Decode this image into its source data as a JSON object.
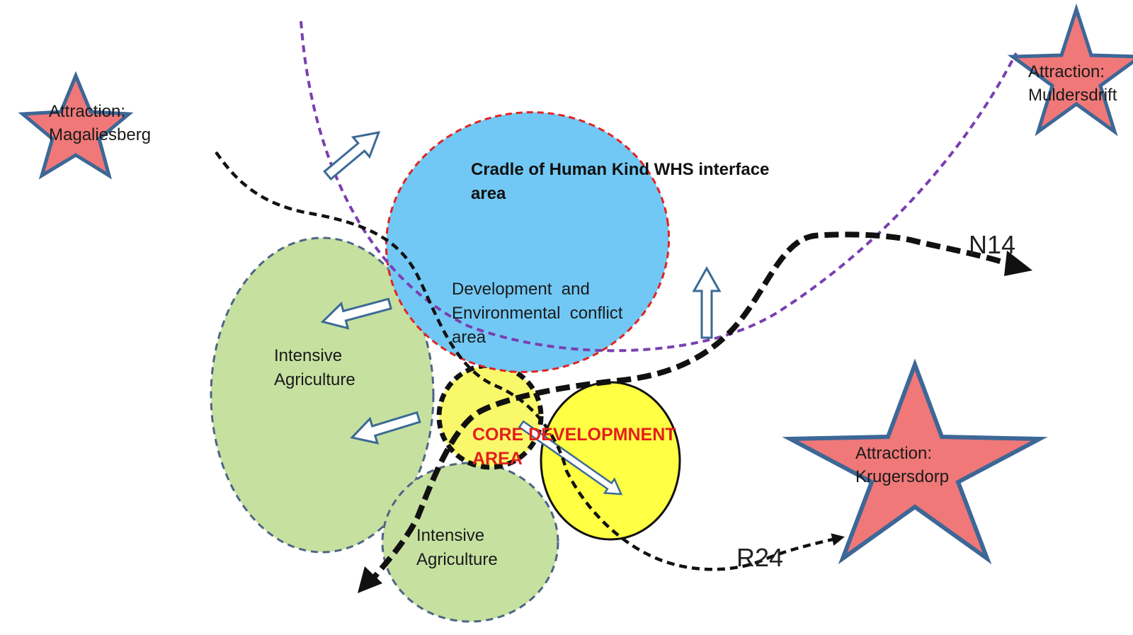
{
  "colors": {
    "star_fill": "#f07878",
    "star_stroke": "#3d6796",
    "whs_fill": "#72c8f4",
    "whs_border": "#e32222",
    "agri_fill": "#c6e0a0",
    "agri_border": "#4e6585",
    "core_fill": "#f8f86a",
    "core_solid_fill": "#ffff44",
    "core_text": "#e41e1e",
    "boundary": "#7a3fb0",
    "road": "#111111",
    "arrow_outline": "#3b6a95"
  },
  "attractions": {
    "magaliesberg": {
      "line1": "Attraction:",
      "line2": "Magaliesberg"
    },
    "muldersdrift": {
      "line1": "Attraction:",
      "line2": "Muldersdrift"
    },
    "krugersdorp": {
      "line1": "Attraction:",
      "line2": "Krugersdorp"
    }
  },
  "zones": {
    "whs": {
      "line1": "Cradle of Human Kind WHS interface",
      "line2": "area"
    },
    "conflict": {
      "line1": "Development  and",
      "line2": "Environmental  conflict",
      "line3": "area"
    },
    "agri_west": {
      "line1": "Intensive",
      "line2": "Agriculture"
    },
    "agri_south": {
      "line1": "Intensive",
      "line2": "Agriculture"
    },
    "core": {
      "line1": "CORE DEVELOPMNENT",
      "line2": "AREA"
    }
  },
  "roads": {
    "n14": "N14",
    "r24": "R24"
  },
  "icons": {
    "star": "star-icon",
    "hollow_arrow": "hollow-arrow-icon"
  }
}
